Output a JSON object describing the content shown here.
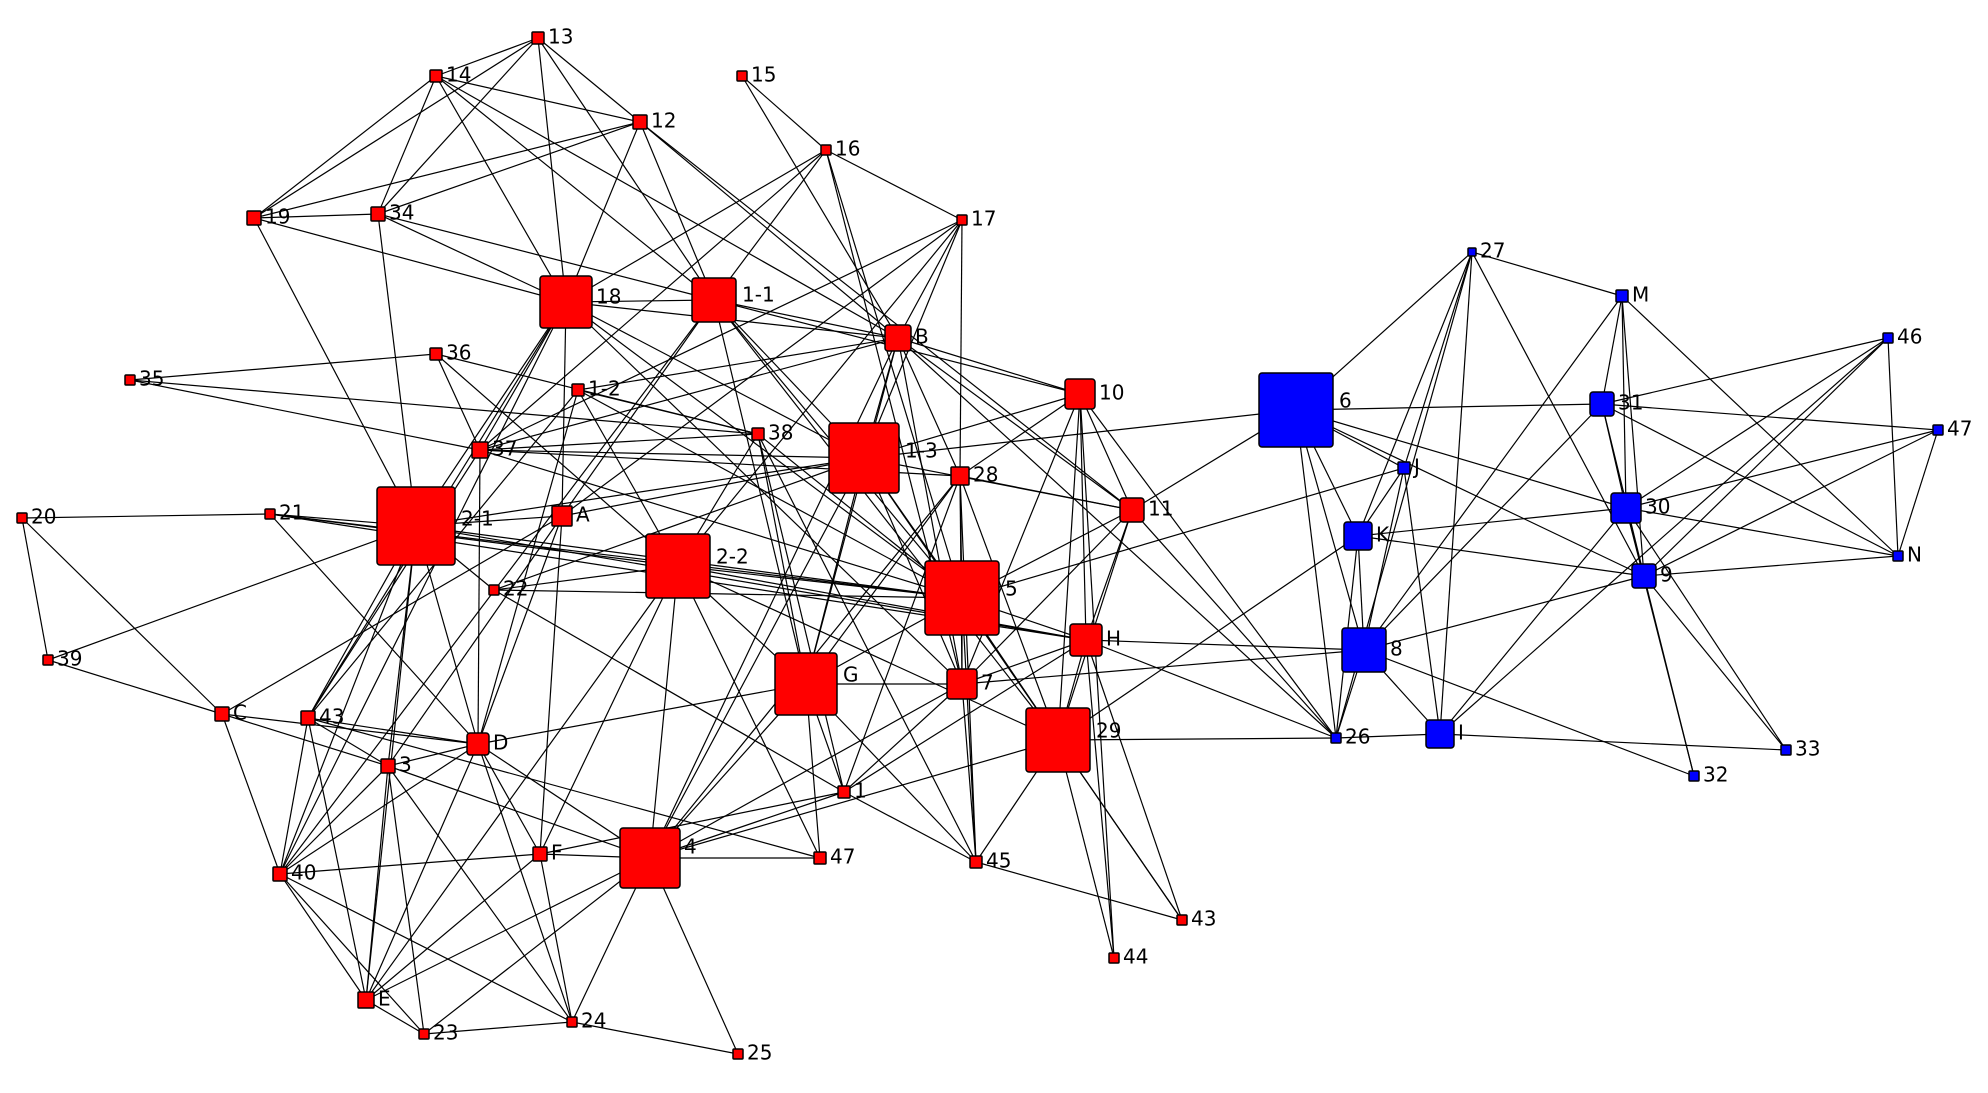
{
  "colors": {
    "group_red": "#ff0000",
    "group_blue": "#0000ff",
    "edge": "#000000",
    "background": "#ffffff"
  },
  "nodes": [
    {
      "id": "13",
      "label": "13",
      "group": "red",
      "size": "small"
    },
    {
      "id": "14",
      "label": "14",
      "group": "red",
      "size": "small"
    },
    {
      "id": "12",
      "label": "12",
      "group": "red",
      "size": "small"
    },
    {
      "id": "15",
      "label": "15",
      "group": "red",
      "size": "small"
    },
    {
      "id": "16",
      "label": "16",
      "group": "red",
      "size": "small"
    },
    {
      "id": "17",
      "label": "17",
      "group": "red",
      "size": "small"
    },
    {
      "id": "19",
      "label": "19",
      "group": "red",
      "size": "small"
    },
    {
      "id": "34",
      "label": "34",
      "group": "red",
      "size": "small"
    },
    {
      "id": "18",
      "label": "18",
      "group": "red",
      "size": "large"
    },
    {
      "id": "1-1",
      "label": "1-1",
      "group": "red",
      "size": "medium"
    },
    {
      "id": "B",
      "label": "B",
      "group": "red",
      "size": "small"
    },
    {
      "id": "36",
      "label": "36",
      "group": "red",
      "size": "small"
    },
    {
      "id": "35",
      "label": "35",
      "group": "red",
      "size": "small"
    },
    {
      "id": "1-2",
      "label": "1-2",
      "group": "red",
      "size": "small"
    },
    {
      "id": "10",
      "label": "10",
      "group": "red",
      "size": "small"
    },
    {
      "id": "37",
      "label": "37",
      "group": "red",
      "size": "small"
    },
    {
      "id": "38",
      "label": "38",
      "group": "red",
      "size": "small"
    },
    {
      "id": "1-3",
      "label": "1-3",
      "group": "red",
      "size": "large"
    },
    {
      "id": "28",
      "label": "28",
      "group": "red",
      "size": "small"
    },
    {
      "id": "2-1",
      "label": "2-1",
      "group": "red",
      "size": "xlarge"
    },
    {
      "id": "20",
      "label": "20",
      "group": "red",
      "size": "small"
    },
    {
      "id": "21",
      "label": "21",
      "group": "red",
      "size": "small"
    },
    {
      "id": "A",
      "label": "A",
      "group": "red",
      "size": "small"
    },
    {
      "id": "11",
      "label": "11",
      "group": "red",
      "size": "small"
    },
    {
      "id": "2-2",
      "label": "2-2",
      "group": "red",
      "size": "large"
    },
    {
      "id": "5",
      "label": "5",
      "group": "red",
      "size": "large"
    },
    {
      "id": "22",
      "label": "22",
      "group": "red",
      "size": "small"
    },
    {
      "id": "H",
      "label": "H",
      "group": "red",
      "size": "small"
    },
    {
      "id": "39",
      "label": "39",
      "group": "red",
      "size": "small"
    },
    {
      "id": "G",
      "label": "G",
      "group": "red",
      "size": "large"
    },
    {
      "id": "7",
      "label": "7",
      "group": "red",
      "size": "small"
    },
    {
      "id": "29",
      "label": "29",
      "group": "red",
      "size": "large"
    },
    {
      "id": "C",
      "label": "C",
      "group": "red",
      "size": "small"
    },
    {
      "id": "43a",
      "label": "43",
      "group": "red",
      "size": "small"
    },
    {
      "id": "D",
      "label": "D",
      "group": "red",
      "size": "small"
    },
    {
      "id": "3",
      "label": "3",
      "group": "red",
      "size": "small"
    },
    {
      "id": "1",
      "label": "1",
      "group": "red",
      "size": "small"
    },
    {
      "id": "4",
      "label": "4",
      "group": "red",
      "size": "large"
    },
    {
      "id": "F",
      "label": "F",
      "group": "red",
      "size": "small"
    },
    {
      "id": "40",
      "label": "40",
      "group": "red",
      "size": "small"
    },
    {
      "id": "47a",
      "label": "47",
      "group": "red",
      "size": "small"
    },
    {
      "id": "45",
      "label": "45",
      "group": "red",
      "size": "small"
    },
    {
      "id": "43b",
      "label": "43",
      "group": "red",
      "size": "small"
    },
    {
      "id": "44",
      "label": "44",
      "group": "red",
      "size": "small"
    },
    {
      "id": "E",
      "label": "E",
      "group": "red",
      "size": "small"
    },
    {
      "id": "23",
      "label": "23",
      "group": "red",
      "size": "small"
    },
    {
      "id": "24",
      "label": "24",
      "group": "red",
      "size": "small"
    },
    {
      "id": "25",
      "label": "25",
      "group": "red",
      "size": "small"
    },
    {
      "id": "6",
      "label": "6",
      "group": "blue",
      "size": "xlarge"
    },
    {
      "id": "27",
      "label": "27",
      "group": "blue",
      "size": "small"
    },
    {
      "id": "M",
      "label": "M",
      "group": "blue",
      "size": "small"
    },
    {
      "id": "46",
      "label": "46",
      "group": "blue",
      "size": "small"
    },
    {
      "id": "47b",
      "label": "47",
      "group": "blue",
      "size": "small"
    },
    {
      "id": "31",
      "label": "31",
      "group": "blue",
      "size": "small"
    },
    {
      "id": "J",
      "label": "J",
      "group": "blue",
      "size": "small"
    },
    {
      "id": "30",
      "label": "30",
      "group": "blue",
      "size": "small"
    },
    {
      "id": "K",
      "label": "K",
      "group": "blue",
      "size": "small"
    },
    {
      "id": "9",
      "label": "9",
      "group": "blue",
      "size": "small"
    },
    {
      "id": "N",
      "label": "N",
      "group": "blue",
      "size": "small"
    },
    {
      "id": "8",
      "label": "8",
      "group": "blue",
      "size": "medium"
    },
    {
      "id": "26",
      "label": "26",
      "group": "blue",
      "size": "small"
    },
    {
      "id": "I",
      "label": "I",
      "group": "blue",
      "size": "small"
    },
    {
      "id": "32",
      "label": "32",
      "group": "blue",
      "size": "small"
    },
    {
      "id": "33",
      "label": "33",
      "group": "blue",
      "size": "small"
    }
  ],
  "edges": [
    [
      "13",
      "14"
    ],
    [
      "13",
      "12"
    ],
    [
      "13",
      "19"
    ],
    [
      "13",
      "34"
    ],
    [
      "13",
      "18"
    ],
    [
      "13",
      "1-1"
    ],
    [
      "14",
      "12"
    ],
    [
      "14",
      "19"
    ],
    [
      "14",
      "34"
    ],
    [
      "14",
      "18"
    ],
    [
      "14",
      "1-1"
    ],
    [
      "14",
      "B"
    ],
    [
      "12",
      "19"
    ],
    [
      "12",
      "34"
    ],
    [
      "12",
      "18"
    ],
    [
      "12",
      "1-1"
    ],
    [
      "12",
      "B"
    ],
    [
      "12",
      "11"
    ],
    [
      "15",
      "16"
    ],
    [
      "15",
      "B"
    ],
    [
      "16",
      "17"
    ],
    [
      "16",
      "18"
    ],
    [
      "16",
      "37"
    ],
    [
      "16",
      "5"
    ],
    [
      "16",
      "7"
    ],
    [
      "16",
      "1-1"
    ],
    [
      "17",
      "B"
    ],
    [
      "17",
      "1-3"
    ],
    [
      "17",
      "A"
    ],
    [
      "17",
      "28"
    ],
    [
      "17",
      "37"
    ],
    [
      "17",
      "2-2"
    ],
    [
      "19",
      "34"
    ],
    [
      "19",
      "18"
    ],
    [
      "19",
      "2-1"
    ],
    [
      "34",
      "2-1"
    ],
    [
      "34",
      "18"
    ],
    [
      "34",
      "1-1"
    ],
    [
      "18",
      "1-1"
    ],
    [
      "18",
      "B"
    ],
    [
      "18",
      "2-1"
    ],
    [
      "18",
      "37"
    ],
    [
      "18",
      "43a"
    ],
    [
      "18",
      "1-3"
    ],
    [
      "18",
      "7"
    ],
    [
      "18",
      "40"
    ],
    [
      "18",
      "A"
    ],
    [
      "18",
      "5"
    ],
    [
      "1-1",
      "B"
    ],
    [
      "1-1",
      "1-3"
    ],
    [
      "1-1",
      "A"
    ],
    [
      "1-1",
      "10"
    ],
    [
      "1-1",
      "5"
    ],
    [
      "1-1",
      "29"
    ],
    [
      "1-1",
      "G"
    ],
    [
      "1-1",
      "40"
    ],
    [
      "B",
      "10"
    ],
    [
      "B",
      "1-2"
    ],
    [
      "B",
      "37"
    ],
    [
      "B",
      "1-3"
    ],
    [
      "B",
      "28"
    ],
    [
      "B",
      "G"
    ],
    [
      "B",
      "11"
    ],
    [
      "B",
      "26"
    ],
    [
      "B",
      "4"
    ],
    [
      "B",
      "7"
    ],
    [
      "36",
      "35"
    ],
    [
      "36",
      "37"
    ],
    [
      "36",
      "38"
    ],
    [
      "36",
      "2-2"
    ],
    [
      "35",
      "37"
    ],
    [
      "35",
      "38"
    ],
    [
      "1-2",
      "38"
    ],
    [
      "1-2",
      "2-2"
    ],
    [
      "1-2",
      "43a"
    ],
    [
      "1-2",
      "D"
    ],
    [
      "1-2",
      "5"
    ],
    [
      "10",
      "28"
    ],
    [
      "10",
      "1-3"
    ],
    [
      "10",
      "11"
    ],
    [
      "10",
      "H"
    ],
    [
      "10",
      "44"
    ],
    [
      "10",
      "29"
    ],
    [
      "10",
      "26"
    ],
    [
      "10",
      "7"
    ],
    [
      "37",
      "1-3"
    ],
    [
      "37",
      "38"
    ],
    [
      "37",
      "D"
    ],
    [
      "37",
      "43a"
    ],
    [
      "37",
      "28"
    ],
    [
      "37",
      "5"
    ],
    [
      "38",
      "G"
    ],
    [
      "38",
      "1"
    ],
    [
      "38",
      "2-2"
    ],
    [
      "38",
      "5"
    ],
    [
      "38",
      "45"
    ],
    [
      "1-3",
      "6"
    ],
    [
      "1-3",
      "2-1"
    ],
    [
      "1-3",
      "A"
    ],
    [
      "1-3",
      "5"
    ],
    [
      "1-3",
      "G"
    ],
    [
      "1-3",
      "29"
    ],
    [
      "1-3",
      "4"
    ],
    [
      "1-3",
      "22"
    ],
    [
      "1-3",
      "11"
    ],
    [
      "1-3",
      "7"
    ],
    [
      "28",
      "5"
    ],
    [
      "28",
      "11"
    ],
    [
      "28",
      "29"
    ],
    [
      "28",
      "7"
    ],
    [
      "28",
      "1"
    ],
    [
      "28",
      "4"
    ],
    [
      "28",
      "G"
    ],
    [
      "28",
      "45"
    ],
    [
      "2-1",
      "21"
    ],
    [
      "2-1",
      "A"
    ],
    [
      "2-1",
      "22"
    ],
    [
      "2-1",
      "43a"
    ],
    [
      "2-1",
      "D"
    ],
    [
      "2-1",
      "E"
    ],
    [
      "2-1",
      "40"
    ],
    [
      "2-1",
      "3"
    ],
    [
      "2-1",
      "5"
    ],
    [
      "2-1",
      "H"
    ],
    [
      "2-1",
      "39"
    ],
    [
      "20",
      "21"
    ],
    [
      "20",
      "39"
    ],
    [
      "20",
      "C"
    ],
    [
      "21",
      "2-2"
    ],
    [
      "21",
      "5"
    ],
    [
      "21",
      "D"
    ],
    [
      "21",
      "H"
    ],
    [
      "A",
      "F"
    ],
    [
      "A",
      "D"
    ],
    [
      "A",
      "3"
    ],
    [
      "A",
      "C"
    ],
    [
      "11",
      "H"
    ],
    [
      "11",
      "29"
    ],
    [
      "11",
      "6"
    ],
    [
      "11",
      "26"
    ],
    [
      "11",
      "7"
    ],
    [
      "11",
      "5"
    ],
    [
      "2-2",
      "G"
    ],
    [
      "2-2",
      "4"
    ],
    [
      "2-2",
      "H"
    ],
    [
      "2-2",
      "29"
    ],
    [
      "2-2",
      "22"
    ],
    [
      "2-2",
      "47a"
    ],
    [
      "2-2",
      "F"
    ],
    [
      "2-2",
      "E"
    ],
    [
      "2-2",
      "5"
    ],
    [
      "5",
      "J"
    ],
    [
      "5",
      "7"
    ],
    [
      "5",
      "29"
    ],
    [
      "5",
      "45"
    ],
    [
      "5",
      "H"
    ],
    [
      "5",
      "22"
    ],
    [
      "5",
      "G"
    ],
    [
      "H",
      "8"
    ],
    [
      "H",
      "7"
    ],
    [
      "H",
      "29"
    ],
    [
      "H",
      "44"
    ],
    [
      "H",
      "26"
    ],
    [
      "H",
      "43b"
    ],
    [
      "H",
      "1"
    ],
    [
      "39",
      "C"
    ],
    [
      "G",
      "1"
    ],
    [
      "G",
      "D"
    ],
    [
      "G",
      "7"
    ],
    [
      "G",
      "45"
    ],
    [
      "G",
      "4"
    ],
    [
      "G",
      "47a"
    ],
    [
      "7",
      "8"
    ],
    [
      "7",
      "45"
    ],
    [
      "7",
      "4"
    ],
    [
      "7",
      "1"
    ],
    [
      "29",
      "26"
    ],
    [
      "29",
      "43b"
    ],
    [
      "29",
      "44"
    ],
    [
      "29",
      "4"
    ],
    [
      "29",
      "45"
    ],
    [
      "29",
      "K"
    ],
    [
      "C",
      "40"
    ],
    [
      "C",
      "D"
    ],
    [
      "C",
      "3"
    ],
    [
      "43a",
      "D"
    ],
    [
      "43a",
      "3"
    ],
    [
      "43a",
      "47a"
    ],
    [
      "43a",
      "40"
    ],
    [
      "43a",
      "E"
    ],
    [
      "D",
      "3"
    ],
    [
      "D",
      "24"
    ],
    [
      "D",
      "F"
    ],
    [
      "D",
      "4"
    ],
    [
      "D",
      "E"
    ],
    [
      "D",
      "40"
    ],
    [
      "3",
      "E"
    ],
    [
      "3",
      "4"
    ],
    [
      "3",
      "23"
    ],
    [
      "3",
      "24"
    ],
    [
      "3",
      "40"
    ],
    [
      "1",
      "4"
    ],
    [
      "1",
      "45"
    ],
    [
      "1",
      "F"
    ],
    [
      "1",
      "22"
    ],
    [
      "4",
      "F"
    ],
    [
      "4",
      "47a"
    ],
    [
      "4",
      "25"
    ],
    [
      "4",
      "24"
    ],
    [
      "4",
      "E"
    ],
    [
      "4",
      "23"
    ],
    [
      "F",
      "40"
    ],
    [
      "F",
      "24"
    ],
    [
      "F",
      "E"
    ],
    [
      "40",
      "E"
    ],
    [
      "40",
      "23"
    ],
    [
      "40",
      "24"
    ],
    [
      "45",
      "43b"
    ],
    [
      "43b",
      "29"
    ],
    [
      "E",
      "23"
    ],
    [
      "23",
      "24"
    ],
    [
      "24",
      "25"
    ],
    [
      "6",
      "27"
    ],
    [
      "6",
      "K"
    ],
    [
      "6",
      "26"
    ],
    [
      "6",
      "30"
    ],
    [
      "6",
      "31"
    ],
    [
      "6",
      "9"
    ],
    [
      "27",
      "M"
    ],
    [
      "27",
      "J"
    ],
    [
      "27",
      "K"
    ],
    [
      "27",
      "9"
    ],
    [
      "27",
      "26"
    ],
    [
      "27",
      "I"
    ],
    [
      "M",
      "31"
    ],
    [
      "M",
      "30"
    ],
    [
      "M",
      "9"
    ],
    [
      "M",
      "N"
    ],
    [
      "M",
      "8"
    ],
    [
      "46",
      "31"
    ],
    [
      "46",
      "30"
    ],
    [
      "46",
      "9"
    ],
    [
      "46",
      "N"
    ],
    [
      "46",
      "I"
    ],
    [
      "47b",
      "31"
    ],
    [
      "47b",
      "30"
    ],
    [
      "47b",
      "9"
    ],
    [
      "47b",
      "N"
    ],
    [
      "31",
      "30"
    ],
    [
      "31",
      "9"
    ],
    [
      "31",
      "8"
    ],
    [
      "31",
      "N"
    ],
    [
      "J",
      "K"
    ],
    [
      "J",
      "8"
    ],
    [
      "J",
      "I"
    ],
    [
      "30",
      "K"
    ],
    [
      "30",
      "9"
    ],
    [
      "30",
      "N"
    ],
    [
      "30",
      "33"
    ],
    [
      "30",
      "32"
    ],
    [
      "30",
      "I"
    ],
    [
      "K",
      "8"
    ],
    [
      "K",
      "9"
    ],
    [
      "K",
      "26"
    ],
    [
      "9",
      "N"
    ],
    [
      "9",
      "8"
    ],
    [
      "9",
      "33"
    ],
    [
      "9",
      "32"
    ],
    [
      "8",
      "I"
    ],
    [
      "8",
      "26"
    ],
    [
      "8",
      "32"
    ],
    [
      "I",
      "26"
    ],
    [
      "I",
      "33"
    ],
    [
      "6",
      "J"
    ],
    [
      "6",
      "8"
    ]
  ]
}
